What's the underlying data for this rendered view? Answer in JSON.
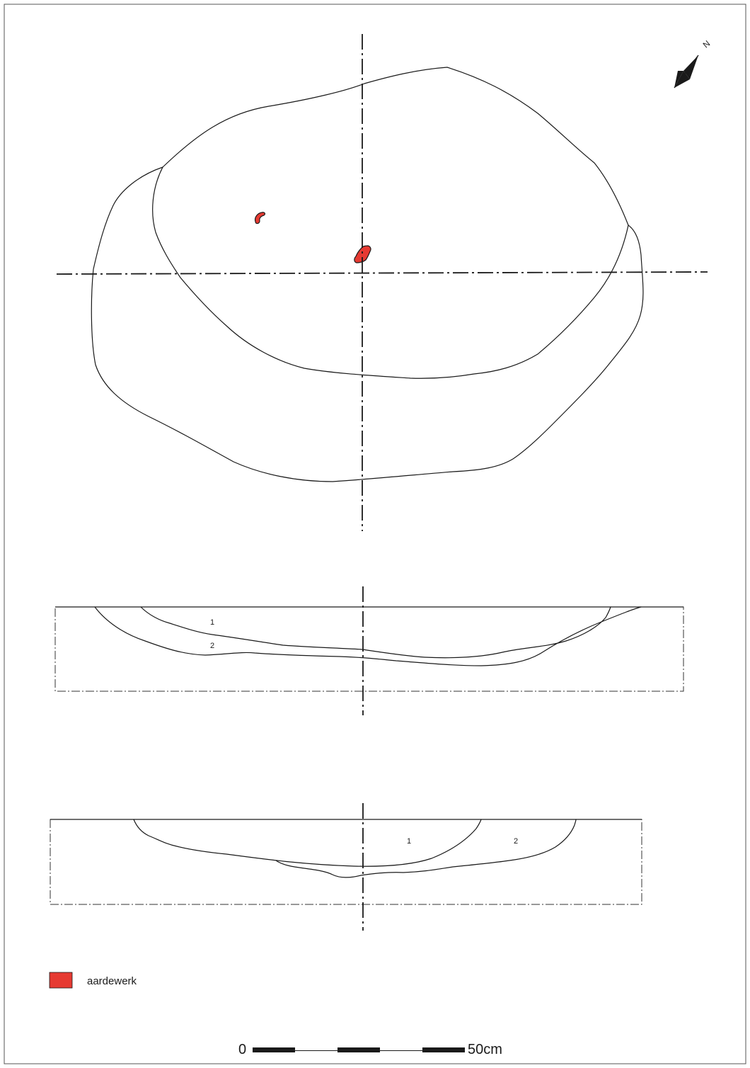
{
  "north_arrow": {
    "label": "N",
    "icon": "north-arrow-icon"
  },
  "plan_view": {
    "finds_color": "#e63a32"
  },
  "section_1": {
    "layers": [
      {
        "label": "1"
      },
      {
        "label": "2"
      }
    ]
  },
  "section_2": {
    "layers": [
      {
        "label": "1"
      },
      {
        "label": "2"
      }
    ]
  },
  "legend": {
    "items": [
      {
        "label": "aardewerk",
        "color": "#e63a32"
      }
    ]
  },
  "scale_bar": {
    "start_label": "0",
    "end_label": "50cm",
    "segments": 5
  }
}
